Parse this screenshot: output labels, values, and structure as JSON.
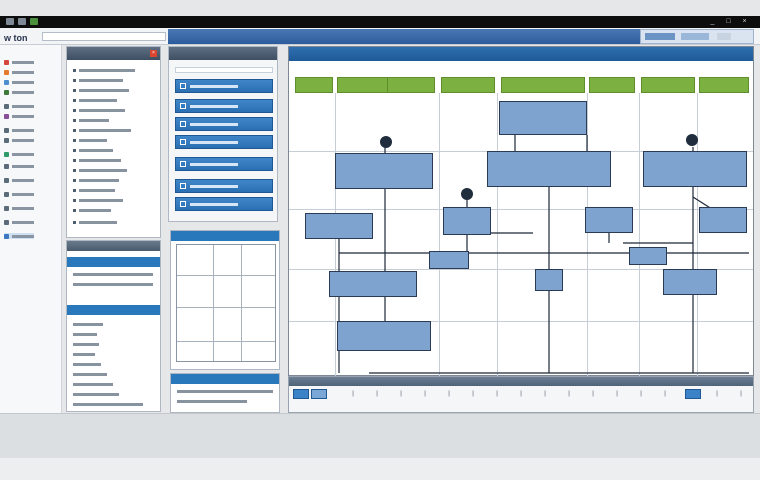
{
  "app": {
    "brand": "w ton",
    "address_placeholder": ""
  },
  "window_controls": {
    "minimize": "_",
    "maximize": "□",
    "close": "×"
  },
  "list_panel": {
    "close": "×"
  },
  "canvas": {
    "title": ""
  },
  "colors": {
    "lane_green": "#7cb142",
    "node_blue": "#7ea3cf",
    "header_blue": "#2f6faf",
    "step_blue": "#2c6fb3"
  },
  "nodes": [
    {
      "id": "n1",
      "label": ""
    },
    {
      "id": "n2",
      "label": ""
    },
    {
      "id": "n3",
      "label": ""
    }
  ]
}
